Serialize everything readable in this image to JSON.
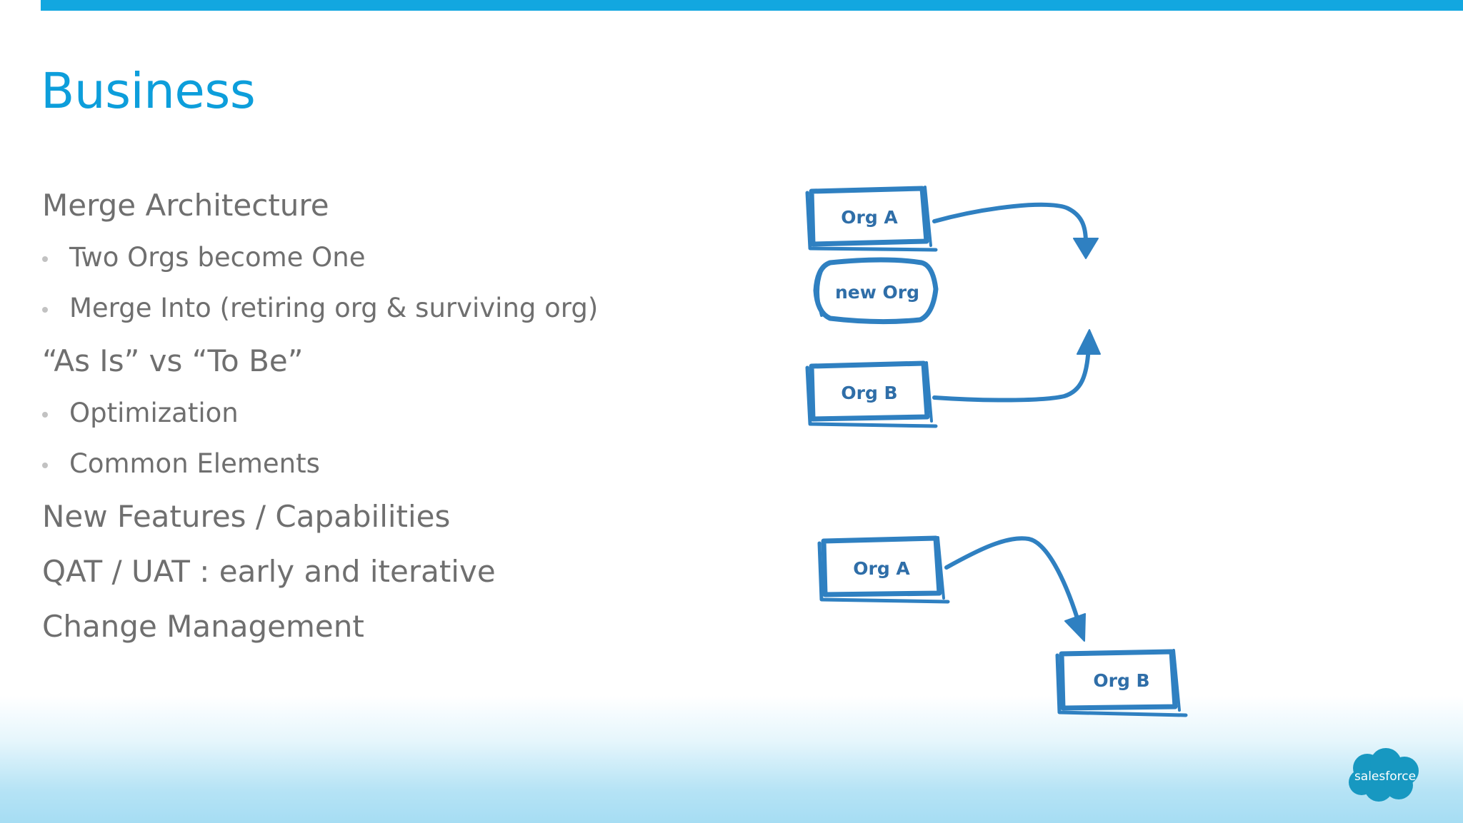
{
  "slide": {
    "title": "Business",
    "items": [
      {
        "type": "heading",
        "text": "Merge Architecture"
      },
      {
        "type": "bullet",
        "text": "Two Orgs become One"
      },
      {
        "type": "bullet",
        "text": "Merge Into (retiring org & surviving org)"
      },
      {
        "type": "heading",
        "text": "“As Is” vs “To Be”"
      },
      {
        "type": "bullet",
        "text": "Optimization"
      },
      {
        "type": "bullet",
        "text": "Common Elements"
      },
      {
        "type": "heading",
        "text": "New Features / Capabilities"
      },
      {
        "type": "heading",
        "text": "QAT / UAT : early and iterative"
      },
      {
        "type": "heading",
        "text": "Change Management"
      }
    ]
  },
  "diagram": {
    "top": {
      "org_a": "Org A",
      "org_b": "Org B",
      "new_org": "new Org"
    },
    "bottom": {
      "org_a": "Org A",
      "org_b": "Org B"
    }
  },
  "colors": {
    "accent": "#0d9edb",
    "top_bar": "#12a7e0",
    "sketch": "#2f80c1",
    "body_text": "#6f6f6f"
  },
  "logo": {
    "text": "salesforce"
  }
}
